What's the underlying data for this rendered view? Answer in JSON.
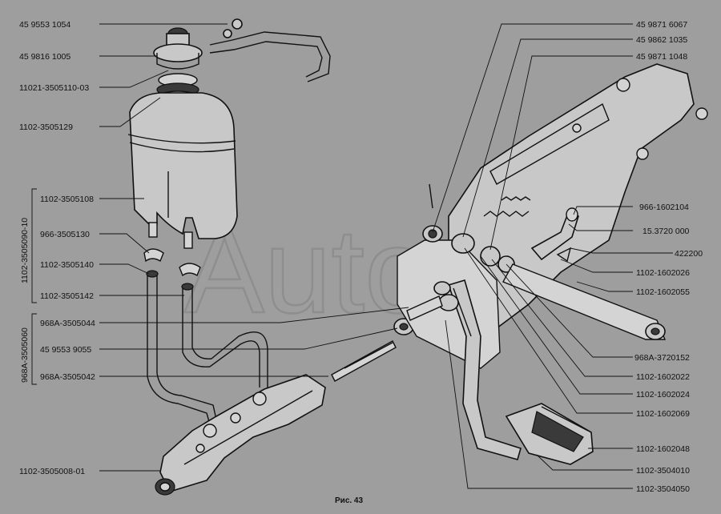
{
  "caption": "Рис. 43",
  "watermark": "Auto",
  "labels": {
    "l1": "45 9553 1054",
    "l2": "45 9816 1005",
    "l3": "11021-3505110-03",
    "l4": "1102-3505129",
    "l5": "1102-3505108",
    "l6": "966-3505130",
    "l7": "1102-3505140",
    "l8": "1102-3505142",
    "l9": "968A-3505044",
    "l10": "45 9553 9055",
    "l11": "968A-3505042",
    "l12": "1102-3505008-01",
    "g1": "1102-3505090-10",
    "g2": "968A-3505060",
    "r1": "45 9871 6067",
    "r2": "45 9862 1035",
    "r3": "45 9871 1048",
    "r4": "966-1602104",
    "r5": "15.3720 000",
    "r6": "422200",
    "r7": "1102-1602026",
    "r8": "1102-1602055",
    "r9": "968A-3720152",
    "r10": "1102-1602022",
    "r11": "1102-1602024",
    "r12": "1102-1602069",
    "r13": "1102-1602048",
    "r14": "1102-3504010",
    "r15": "1102-3504050"
  }
}
